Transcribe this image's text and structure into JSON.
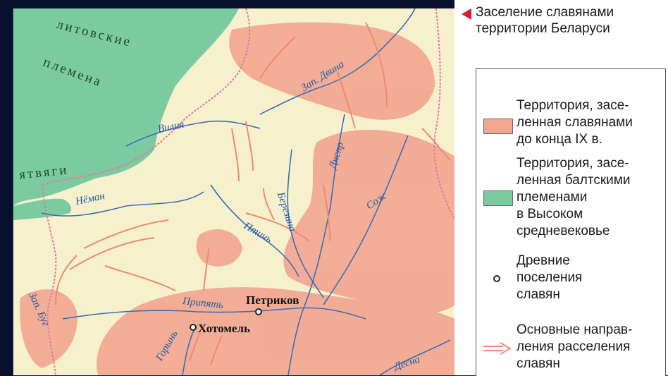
{
  "title": "Заселение славянами территории Беларуси",
  "legend": {
    "slavic_territory": "Территория, засе-ленная славянами до конца IX в.",
    "baltic_territory": "Территория, засе-ленная балтскими племенами в Высоком средневековье",
    "ancient_settlements": "Древние поселения славян",
    "migration_routes": "Основные направ-ления расселения славян"
  },
  "legend_lines": {
    "slavic": [
      "Территория, засе-",
      "ленная славянами",
      "до конца IX в."
    ],
    "baltic": [
      "Территория, засе-",
      "ленная балтскими",
      "племенами",
      "в Высоком",
      "средневековье"
    ],
    "settlements": [
      "Древние",
      "поселения",
      "славян"
    ],
    "routes": [
      "Основные направ-",
      "ления расселения",
      "славян"
    ]
  },
  "tribes": {
    "lithuanian_1": "литовские",
    "lithuanian_2": "племена",
    "yatvyagi": "ятвяги"
  },
  "rivers": {
    "zap_dvina": "Зап. Двина",
    "viliya": "Вилия",
    "neman": "Нёман",
    "berezina": "Березина",
    "dnepr": "Днепр",
    "sozh": "Сож",
    "ptich": "Птичь",
    "pripyat": "Припять",
    "zap_bug": "Зап. Буг",
    "goryn": "Горынь",
    "desna": "Десна"
  },
  "settlements": {
    "petrikov": "Петриков",
    "khotomel": "Хотомель"
  },
  "colors": {
    "background": "#07112e",
    "map_base": "#f7f0cc",
    "slavic_fill": "#f2a590",
    "baltic_fill": "#7ccba0",
    "river": "#3b6fb8",
    "border": "#e07a9a",
    "arrow": "#ef8a72",
    "title_marker": "#e0182d"
  },
  "icons": {
    "title_marker": "red-triangle-icon",
    "settlement": "circle-dot-icon",
    "route": "double-arrow-icon"
  }
}
